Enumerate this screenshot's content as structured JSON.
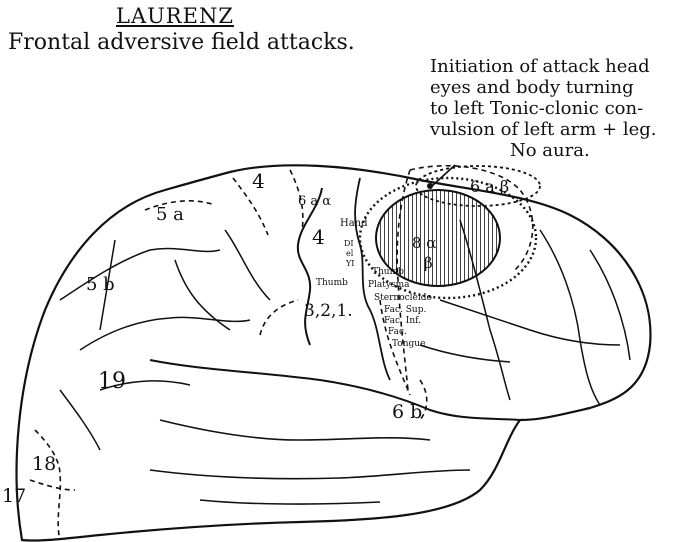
{
  "header": {
    "title": "LAURENZ",
    "subtitle": "Frontal adversive field attacks."
  },
  "annotation": {
    "lines": [
      "Initiation of attack head",
      "eyes and body turning",
      "to left Tonic-clonic con-",
      "vulsion of left arm + leg.",
      "No aura."
    ]
  },
  "areas": {
    "a4": "4",
    "a4b": "4",
    "a5a": "5 a",
    "a5b": "5 b",
    "a6aa": "6 a α",
    "a6ab": "6 a β",
    "a8a": "8 α",
    "a8b": "β",
    "a6b": "6 b",
    "a321": "3,2,1.",
    "a19": "19",
    "a18": "18",
    "a17": "17"
  },
  "motor_labels": {
    "hand": "Hand",
    "d1": "DI",
    "d2": "el",
    "d3": "YI",
    "thumb": "Thumb",
    "thumb2": "Thumb",
    "platysma": "Platysma",
    "sterno": "Sternocleido",
    "fac_sup": "Fac. Sup.",
    "fac_inf": "Fac. Inf.",
    "fac": "Fac.",
    "tongue": "Tongue"
  }
}
